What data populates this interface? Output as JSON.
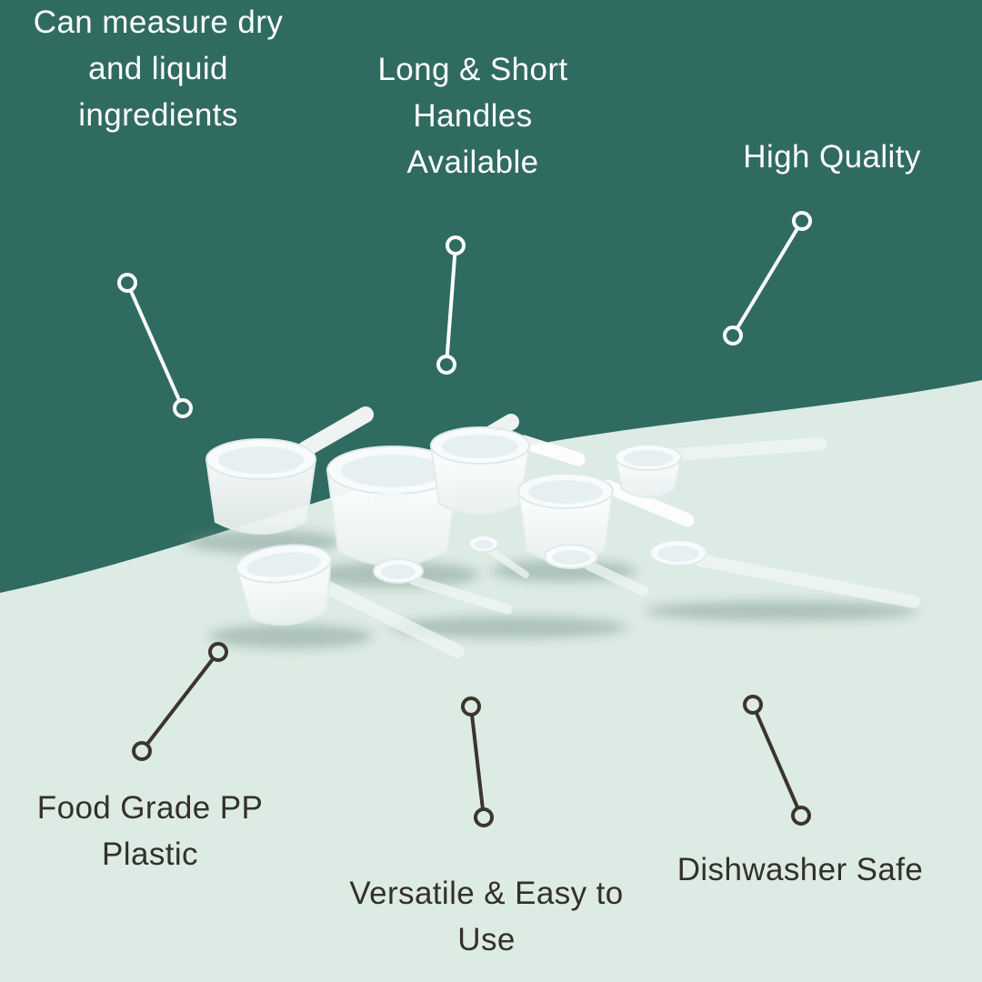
{
  "colors": {
    "background_top": "#2f6b61",
    "background_bottom": "#dcebe3",
    "text_light": "#ffffff",
    "text_dark": "#33302a",
    "pointer_light": "#ffffff",
    "pointer_dark": "#3b352d"
  },
  "callouts": {
    "measure": {
      "lines": [
        "Can measure dry",
        "and liquid",
        "ingredients"
      ]
    },
    "handles": {
      "lines": [
        "Long & Short",
        "Handles",
        "Available"
      ]
    },
    "quality": {
      "lines": [
        "High Quality"
      ]
    },
    "food_grade": {
      "lines": [
        "Food Grade PP",
        "Plastic"
      ]
    },
    "versatile": {
      "lines": [
        "Versatile & Easy to",
        "Use"
      ]
    },
    "dishwasher": {
      "lines": [
        "Dishwasher Safe"
      ]
    }
  },
  "product": {
    "alt": "Set of white translucent plastic measuring scoops and spoons"
  }
}
